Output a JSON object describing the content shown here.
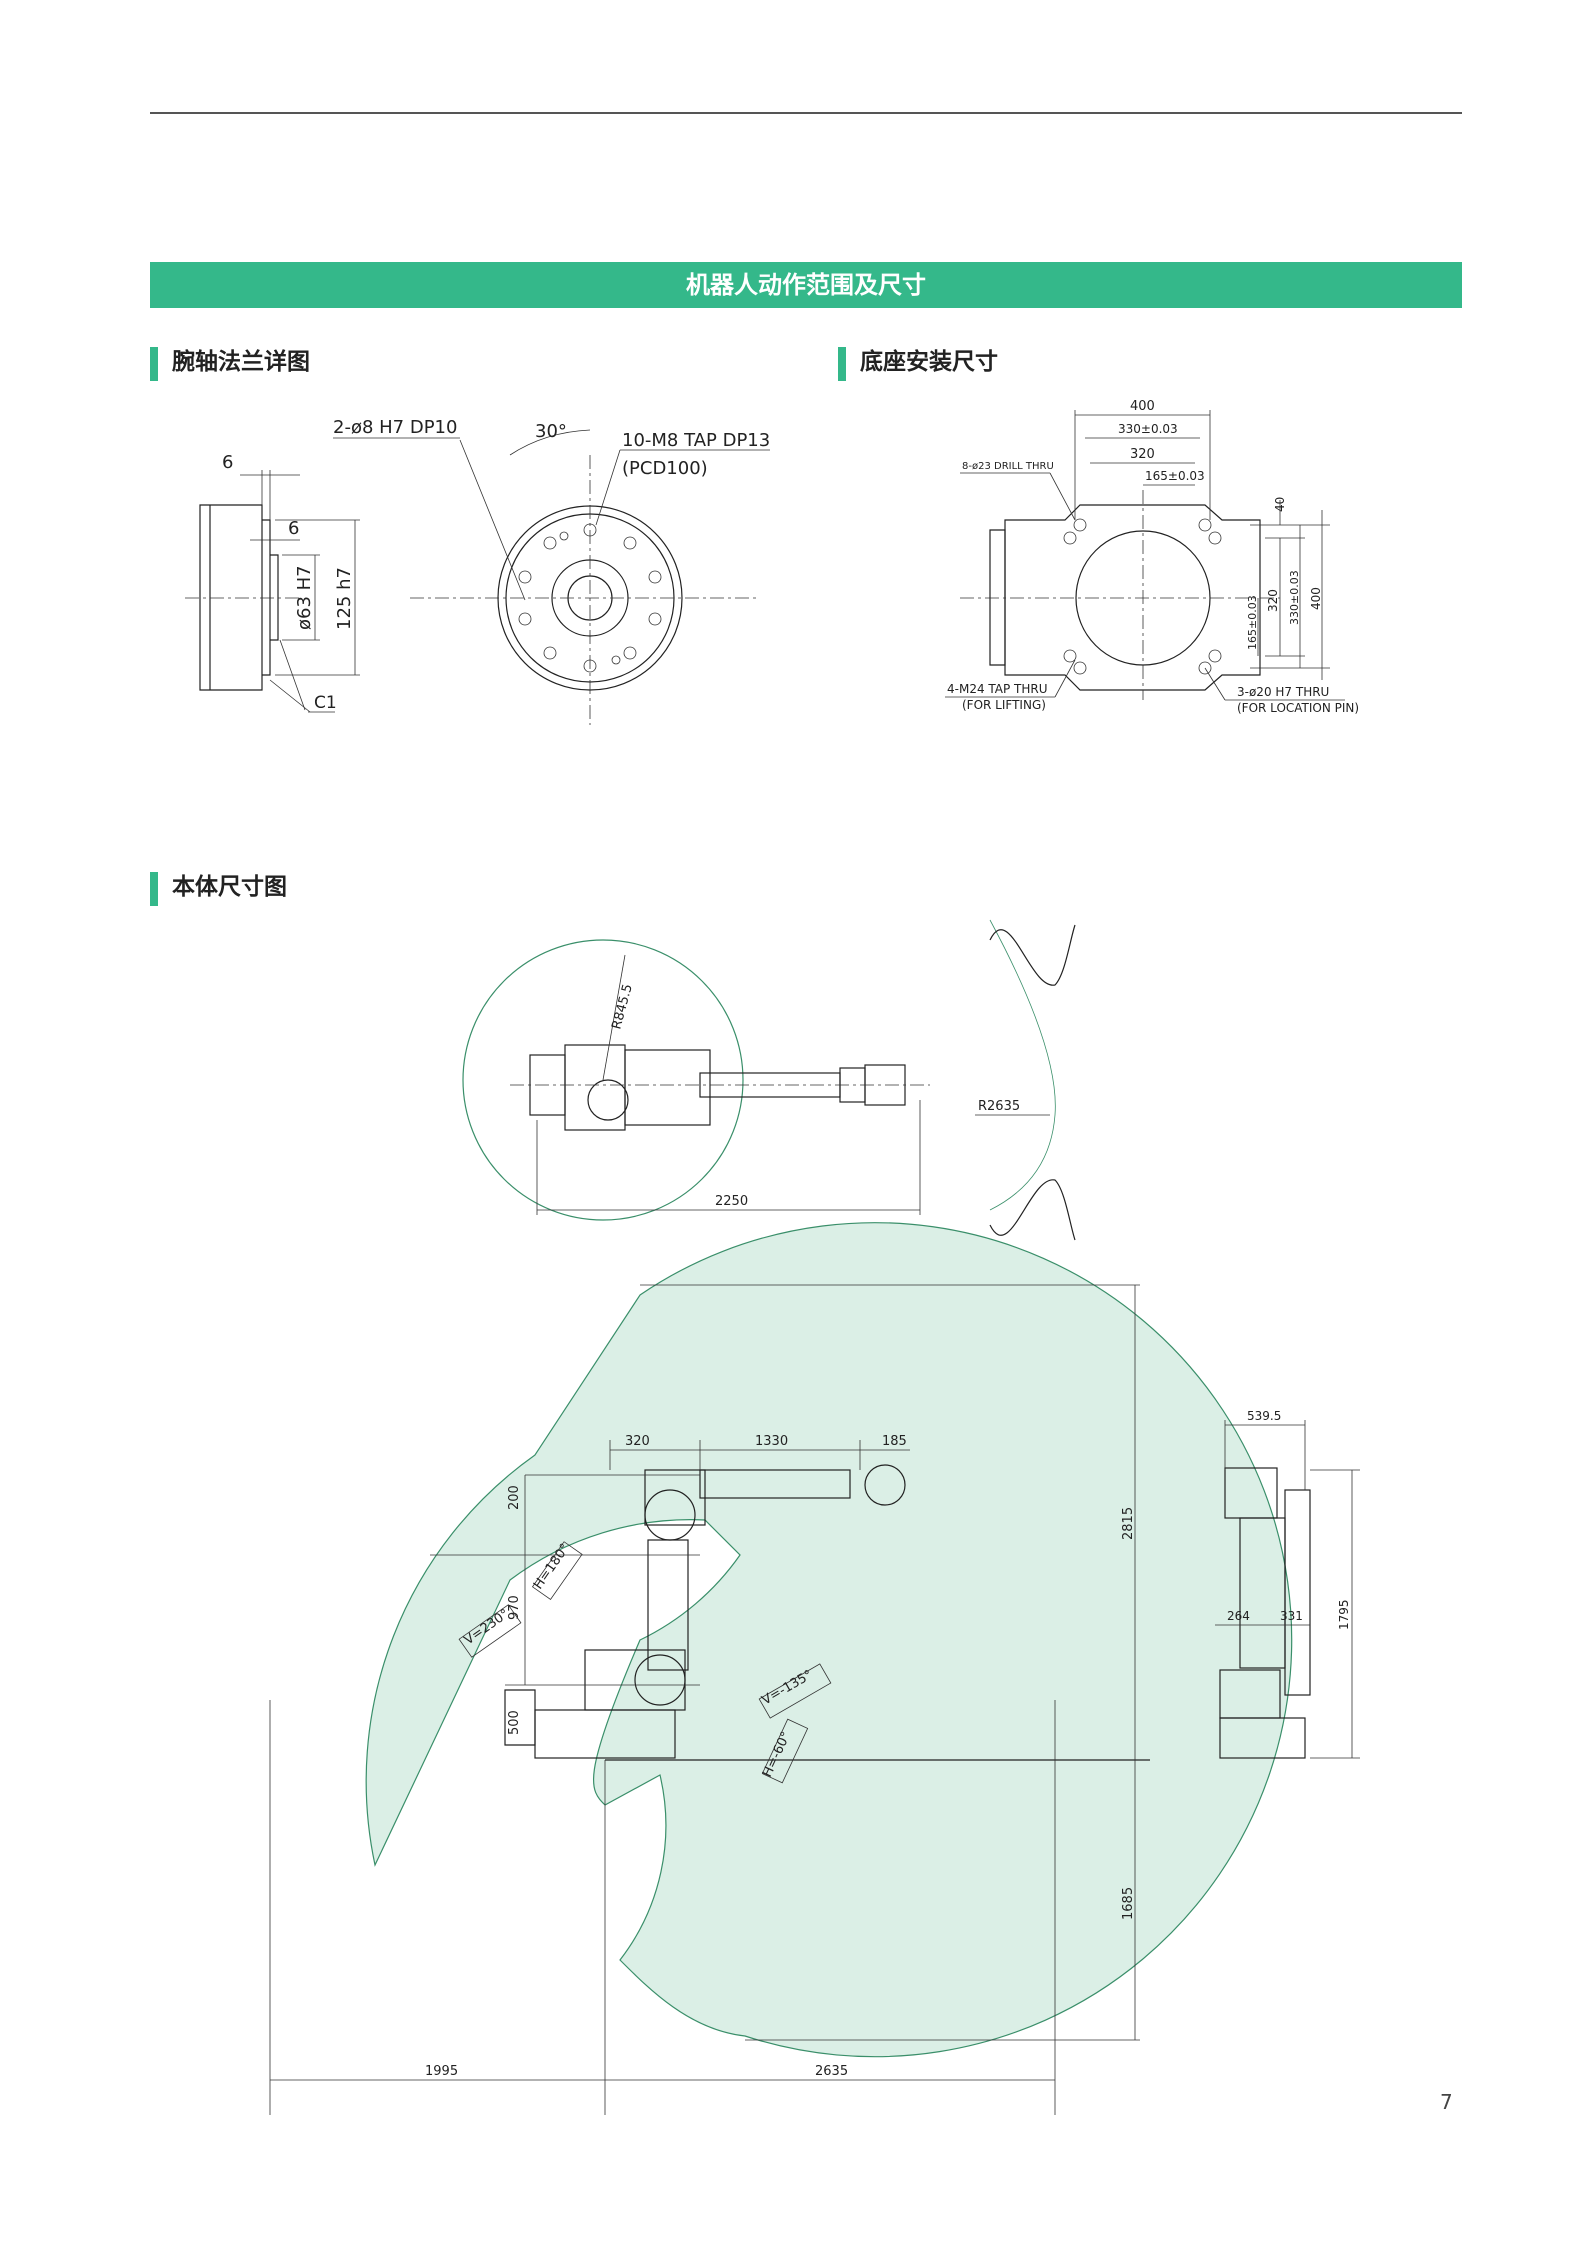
{
  "page": {
    "banner_title": "机器人动作范围及尺寸",
    "page_number": "7"
  },
  "sections": {
    "wrist": "腕轴法兰详图",
    "base": "底座安装尺寸",
    "body": "本体尺寸图"
  },
  "wrist_flange": {
    "dim_6_top": "6",
    "dim_6_mid": "6",
    "dia63": "ø63 H7",
    "dia125": "125 h7",
    "chamfer": "C1",
    "hole1": "2-ø8 H7 DP10",
    "angle": "30°",
    "tap1": "10-M8 TAP DP13",
    "pcd": "(PCD100)"
  },
  "base_mount": {
    "w400": "400",
    "w330": "330±0.03",
    "w320": "320",
    "w165": "165±0.03",
    "drill": "8-ø23 DRILL THRU",
    "lift1": "4-M24 TAP THRU",
    "lift2": "(FOR LIFTING)",
    "pin1": "3-ø20 H7 THRU",
    "pin2": "(FOR LOCATION PIN)",
    "v40": "40",
    "v165": "165±0.03",
    "v320": "320",
    "v330": "330±0.03",
    "v400": "400"
  },
  "top_view": {
    "r1": "R845.5",
    "r2": "R2635",
    "length": "2250"
  },
  "side_view": {
    "d320": "320",
    "d1330": "1330",
    "d185": "185",
    "d200": "200",
    "d970": "970",
    "d500": "500",
    "h180": "H=180°",
    "v230": "V=230°",
    "v135": "V=-135°",
    "h60": "H=-60°",
    "d2815": "2815",
    "d1685": "1685",
    "d1995": "1995",
    "d2635": "2635"
  },
  "end_view": {
    "w539": "539.5",
    "d264": "264",
    "d331": "331",
    "h1795": "1795"
  }
}
